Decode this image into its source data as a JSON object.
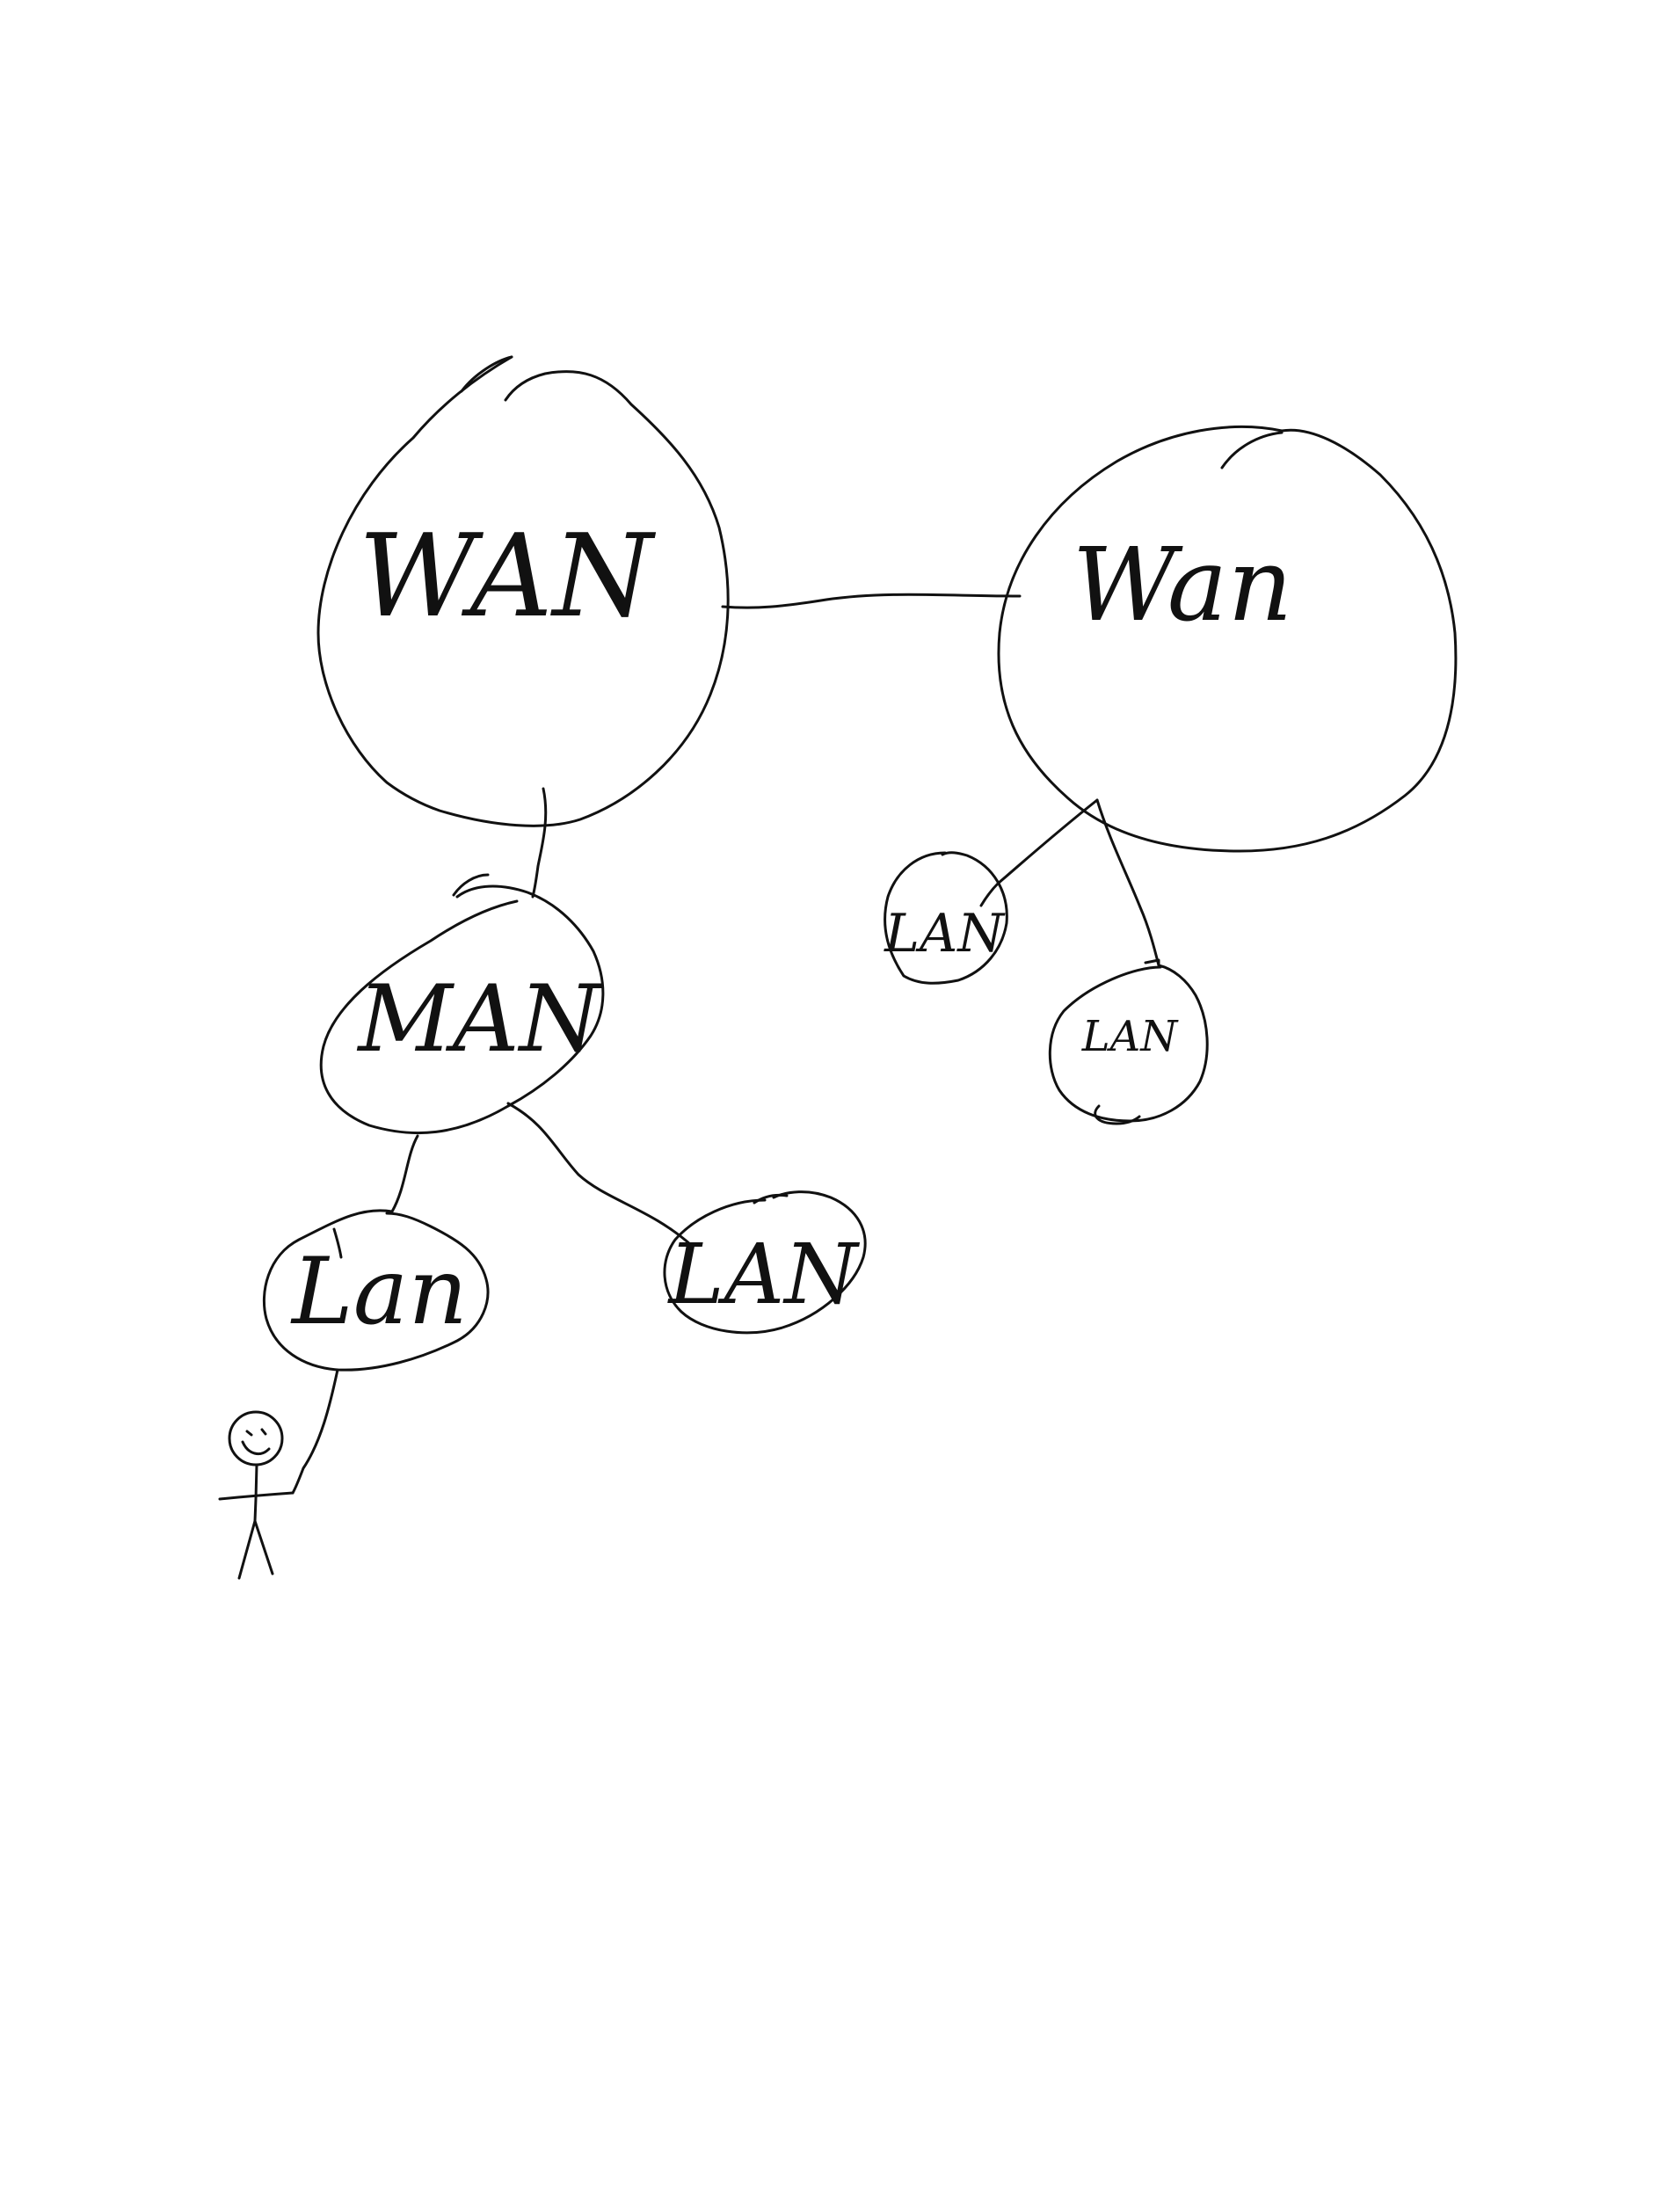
{
  "diagram": {
    "nodes": [
      {
        "id": "wan-left",
        "label": "WAN"
      },
      {
        "id": "wan-right",
        "label": "Wan"
      },
      {
        "id": "man",
        "label": "MAN"
      },
      {
        "id": "lan-left",
        "label": "Lan"
      },
      {
        "id": "lan-middle",
        "label": "LAN"
      },
      {
        "id": "lan-right-small",
        "label": "LAN"
      },
      {
        "id": "lan-right-bottom",
        "label": "LAN"
      }
    ],
    "edges": [
      {
        "from": "wan-left",
        "to": "wan-right"
      },
      {
        "from": "wan-left",
        "to": "man"
      },
      {
        "from": "man",
        "to": "lan-left"
      },
      {
        "from": "man",
        "to": "lan-middle"
      },
      {
        "from": "wan-right",
        "to": "lan-right-small"
      },
      {
        "from": "wan-right",
        "to": "lan-right-bottom"
      },
      {
        "from": "lan-left",
        "to": "person"
      }
    ],
    "ink_color": "#111111",
    "background_color": "#ffffff"
  }
}
